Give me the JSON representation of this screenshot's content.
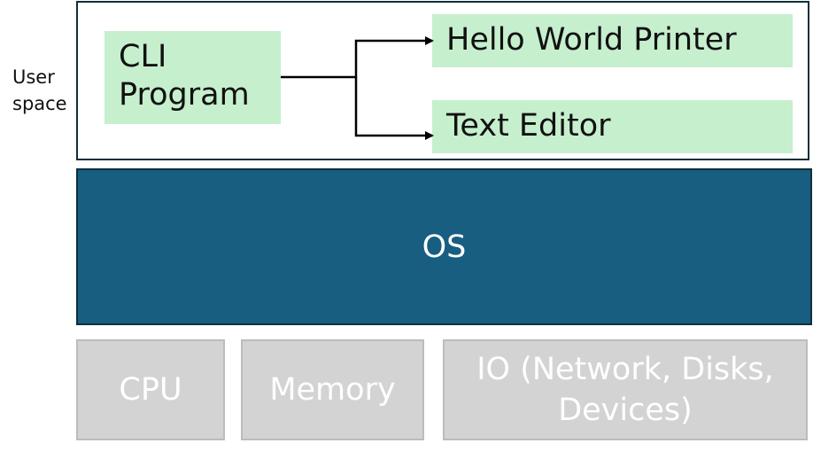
{
  "user_space": {
    "label": "User\nspace",
    "cli_program": "CLI\nProgram",
    "apps": [
      {
        "label": "Hello World Printer"
      },
      {
        "label": "Text Editor"
      }
    ]
  },
  "os": {
    "label": "OS"
  },
  "hardware": [
    {
      "label": "CPU"
    },
    {
      "label": "Memory"
    },
    {
      "label": "IO (Network, Disks,\nDevices)"
    }
  ],
  "colors": {
    "user_box_fill": "#c6efce",
    "os_fill": "#175e80",
    "hardware_fill": "#d3d3d3",
    "hardware_text": "#ffffff"
  }
}
